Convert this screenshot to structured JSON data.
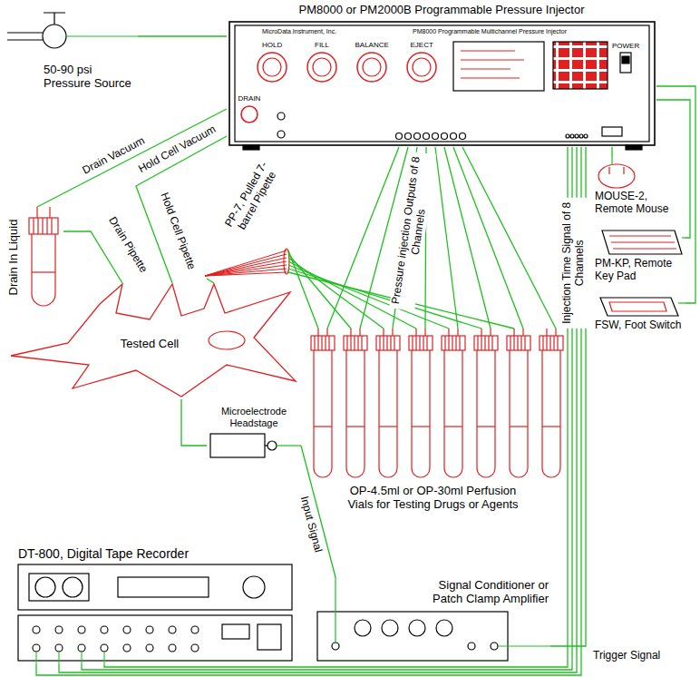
{
  "diagram": {
    "nodes": [
      {
        "text": [
          "PM8000 or PM2000B Programmable Pressure Injector"
        ]
      },
      {
        "text": [
          "50-90 psi Pressure Source"
        ]
      },
      {
        "text": [
          "MOUSE-2, Remote Mouse"
        ]
      },
      {
        "text": [
          "PM-KP, Remote Key Pad"
        ]
      },
      {
        "text": [
          "FSW, Foot Switch"
        ]
      },
      {
        "text": [
          "Drain In Liquid"
        ]
      },
      {
        "text": [
          "PP-7, Pulled 7-barrel Pipette"
        ]
      },
      {
        "text": [
          "OP-4.5ml or OP-30ml Perfusion Vials for Testing Drugs or Agents"
        ]
      },
      {
        "text": [
          "Tested Cell"
        ]
      },
      {
        "text": [
          "Microelectrode Headstage"
        ]
      },
      {
        "text": [
          "DT-800, Digital Tape Recorder"
        ]
      },
      {
        "text": [
          "Signal Conditioner or Patch Clamp Amplifier"
        ]
      }
    ],
    "edges": [
      {
        "from": 1,
        "to": 0,
        "arrow": "none"
      },
      {
        "from": 0,
        "to": 5,
        "label": "Drain Vacuum",
        "arrow": "none"
      },
      {
        "from": 0,
        "to": 8,
        "label": "Hold Cell Vacuum",
        "arrow": "none"
      },
      {
        "from": 5,
        "to": 8,
        "arrow": "none"
      },
      {
        "from": 0,
        "to": 7,
        "label": "Pressure injection Outputs of 8 Channels",
        "arrow": "none"
      },
      {
        "from": 0,
        "to": 7,
        "arrow": "none"
      },
      {
        "from": 0,
        "to": 7,
        "arrow": "none"
      },
      {
        "from": 0,
        "to": 7,
        "arrow": "none"
      },
      {
        "from": 0,
        "to": 7,
        "arrow": "none"
      },
      {
        "from": 0,
        "to": 7,
        "arrow": "none"
      },
      {
        "from": 0,
        "to": 7,
        "arrow": "none"
      },
      {
        "from": 0,
        "to": 7,
        "arrow": "none"
      },
      {
        "from": 7,
        "to": 6,
        "arrow": "none"
      },
      {
        "from": 7,
        "to": 6,
        "arrow": "none"
      },
      {
        "from": 7,
        "to": 6,
        "arrow": "none"
      },
      {
        "from": 7,
        "to": 6,
        "arrow": "none"
      },
      {
        "from": 7,
        "to": 6,
        "arrow": "none"
      },
      {
        "from": 7,
        "to": 6,
        "arrow": "none"
      },
      {
        "from": 7,
        "to": 6,
        "arrow": "none"
      },
      {
        "from": 6,
        "to": 8,
        "arrow": "none"
      },
      {
        "from": 8,
        "to": 9,
        "arrow": "none"
      },
      {
        "from": 9,
        "to": 11,
        "label": "Input Signal",
        "arrow": "none"
      },
      {
        "from": 0,
        "to": 10,
        "label": "Injection Time Signal of 8 Channels",
        "arrow": "none"
      },
      {
        "from": 0,
        "to": 10,
        "arrow": "none"
      },
      {
        "from": 0,
        "to": 10,
        "arrow": "none"
      },
      {
        "from": 0,
        "to": 10,
        "arrow": "none"
      },
      {
        "from": 11,
        "to": 0,
        "label": "Trigger Signal",
        "arrow": "none"
      },
      {
        "from": 2,
        "to": 0,
        "arrow": "none"
      },
      {
        "from": 3,
        "to": 0,
        "arrow": "none"
      },
      {
        "from": 4,
        "to": 0,
        "arrow": "none"
      }
    ],
    "labels": [
      "Hold Cell Pipette",
      "Drain Pipette",
      "MicroData Instrument, Inc.",
      "PM8000 Programmable Multichannel Pressure Injector",
      "HOLD",
      "FILL",
      "BALANCE",
      "EJECT",
      "DRAIN",
      "POWER"
    ]
  }
}
